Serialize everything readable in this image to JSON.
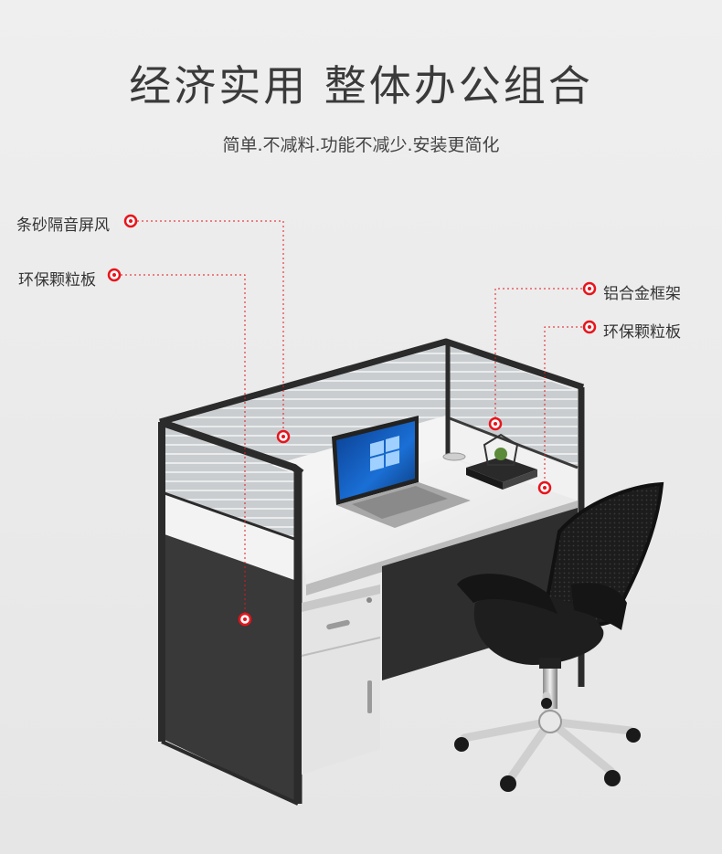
{
  "header": {
    "title": "经济实用 整体办公组合",
    "subtitle": "简单.不减料.功能不减少.安装更简化"
  },
  "callouts": {
    "frosted_glass": "条砂隔音屏风",
    "eco_board_left": "环保颗粒板",
    "aluminum_frame": "铝合金框架",
    "eco_board_right": "环保颗粒板"
  },
  "colors": {
    "accent": "#e8141c",
    "frame": "#2b2b2b",
    "panel_dark": "#3a3a3a",
    "desktop": "#f2f2f2"
  },
  "icons": {
    "marker": "red-ring-dot"
  }
}
